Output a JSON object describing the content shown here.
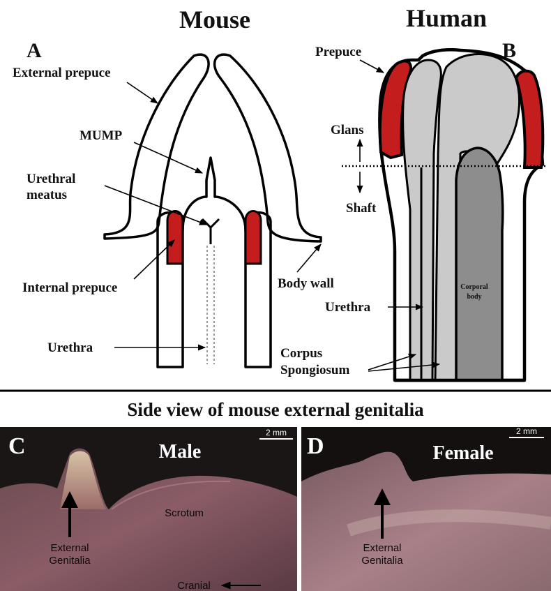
{
  "colors": {
    "red": "#c41d1d",
    "light_gray": "#cacaca",
    "dark_gray": "#8d8d8d",
    "outline": "#000000"
  },
  "top": {
    "mouse_title": "Mouse",
    "human_title": "Human",
    "panel_a": "A",
    "panel_b": "B"
  },
  "mouse_labels": {
    "external_prepuce": "External prepuce",
    "mump": "MUMP",
    "urethral_meatus_line1": "Urethral",
    "urethral_meatus_line2": "meatus",
    "internal_prepuce": "Internal prepuce",
    "body_wall": "Body wall",
    "urethra": "Urethra"
  },
  "human_labels": {
    "prepuce": "Prepuce",
    "glans": "Glans",
    "shaft": "Shaft",
    "corporal_body_line1": "Corporal",
    "corporal_body_line2": "body",
    "urethra": "Urethra",
    "corpus_line1": "Corpus",
    "corpus_line2": "Spongiosum"
  },
  "bottom": {
    "title": "Side view of mouse external genitalia",
    "panel_c": "C",
    "panel_d": "D",
    "male": "Male",
    "female": "Female",
    "scale_c": "2 mm",
    "scale_d": "2 mm",
    "scrotum": "Scrotum",
    "cranial": "Cranial",
    "ext_gen_c_line1": "External",
    "ext_gen_c_line2": "Genitalia",
    "ext_gen_d_line1": "External",
    "ext_gen_d_line2": "Genitalia"
  }
}
